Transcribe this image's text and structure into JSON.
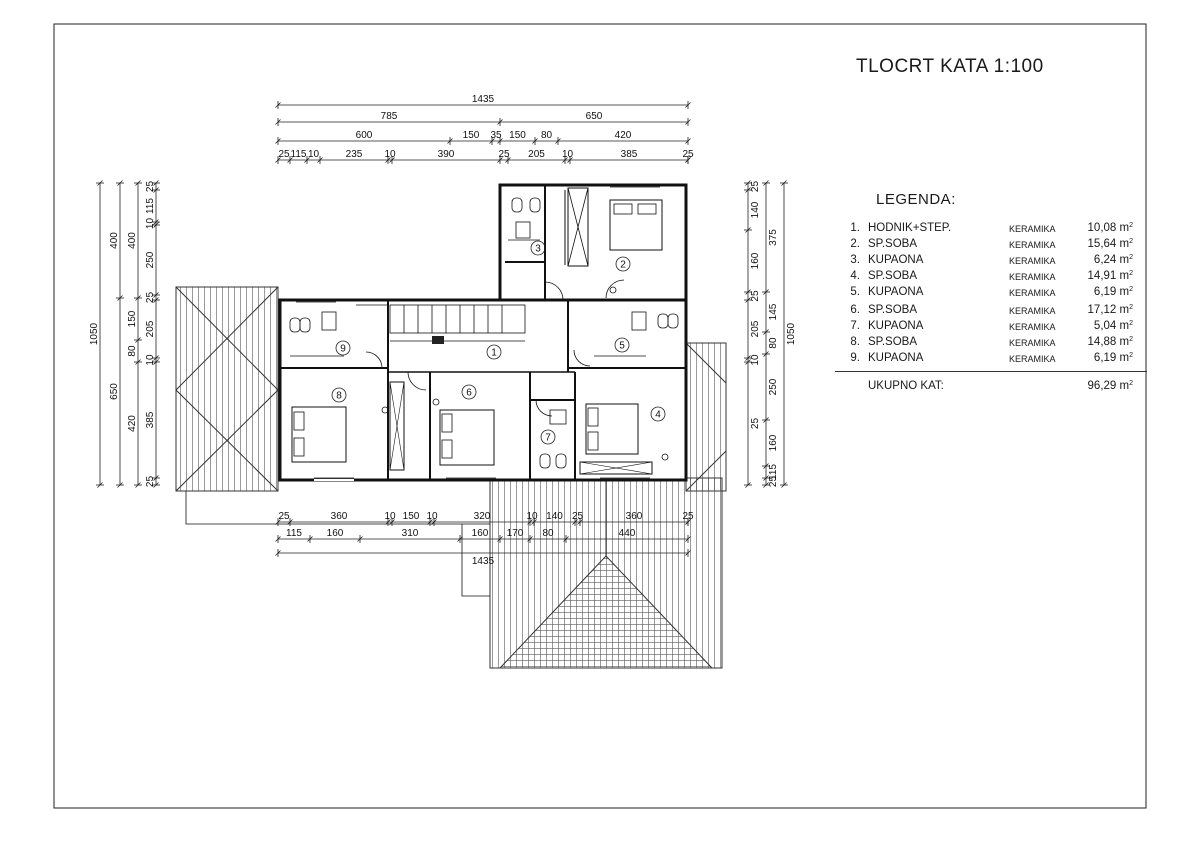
{
  "drawing": {
    "title": "TLOCRT KATA 1:100",
    "legend_title": "LEGENDA:",
    "rooms": [
      {
        "num": "1.",
        "name": "HODNIK+STEP.",
        "material": "KERAMIKA",
        "area": "10,08 m",
        "unit_sup": "2"
      },
      {
        "num": "2.",
        "name": "SP.SOBA",
        "material": "KERAMIKA",
        "area": "15,64 m",
        "unit_sup": "2"
      },
      {
        "num": "3.",
        "name": "KUPAONA",
        "material": "KERAMIKA",
        "area": "6,24 m",
        "unit_sup": "2"
      },
      {
        "num": "4.",
        "name": "SP.SOBA",
        "material": "KERAMIKA",
        "area": "14,91 m",
        "unit_sup": "2"
      },
      {
        "num": "5.",
        "name": "KUPAONA",
        "material": "KERAMIKA",
        "area": "6,19 m",
        "unit_sup": "2"
      },
      {
        "num": "6.",
        "name": "SP.SOBA",
        "material": "KERAMIKA",
        "area": "17,12 m",
        "unit_sup": "2"
      },
      {
        "num": "7.",
        "name": "KUPAONA",
        "material": "KERAMIKA",
        "area": "5,04 m",
        "unit_sup": "2"
      },
      {
        "num": "8.",
        "name": "SP.SOBA",
        "material": "KERAMIKA",
        "area": "14,88 m",
        "unit_sup": "2"
      },
      {
        "num": "9.",
        "name": "KUPAONA",
        "material": "KERAMIKA",
        "area": "6,19 m",
        "unit_sup": "2"
      }
    ],
    "total_label": "UKUPNO KAT:",
    "total_area": "96,29 m",
    "total_sup": "2",
    "room_tags": [
      "1",
      "2",
      "3",
      "4",
      "5",
      "6",
      "7",
      "8",
      "9"
    ],
    "dims": {
      "top_total": "1435",
      "top_row2": [
        "785",
        "650"
      ],
      "top_row3": [
        "600",
        "150",
        "35",
        "150",
        "80",
        "420"
      ],
      "top_row4": [
        "25",
        "115",
        "10",
        "235",
        "10",
        "390",
        "25",
        "205",
        "10",
        "385",
        "25"
      ],
      "bottom_row1": [
        "25",
        "360",
        "10",
        "150",
        "10",
        "320",
        "10",
        "140",
        "25",
        "360",
        "25"
      ],
      "bottom_row2": [
        "115",
        "160",
        "310",
        "160",
        "170",
        "80",
        "440"
      ],
      "bottom_total": "1435",
      "left_total": "1050",
      "left_row2": [
        "400",
        "650"
      ],
      "left_row3": [
        "400",
        "150",
        "80",
        "420"
      ],
      "left_row4": [
        "25",
        "115",
        "10",
        "250",
        "25",
        "205",
        "10",
        "385",
        "25"
      ],
      "right_total": "1050",
      "right_row2": [
        "375",
        "145",
        "80",
        "250",
        "160",
        "115",
        "25"
      ],
      "right_row3": [
        "25",
        "140",
        "160",
        "25",
        "205",
        "10",
        "25"
      ]
    }
  }
}
